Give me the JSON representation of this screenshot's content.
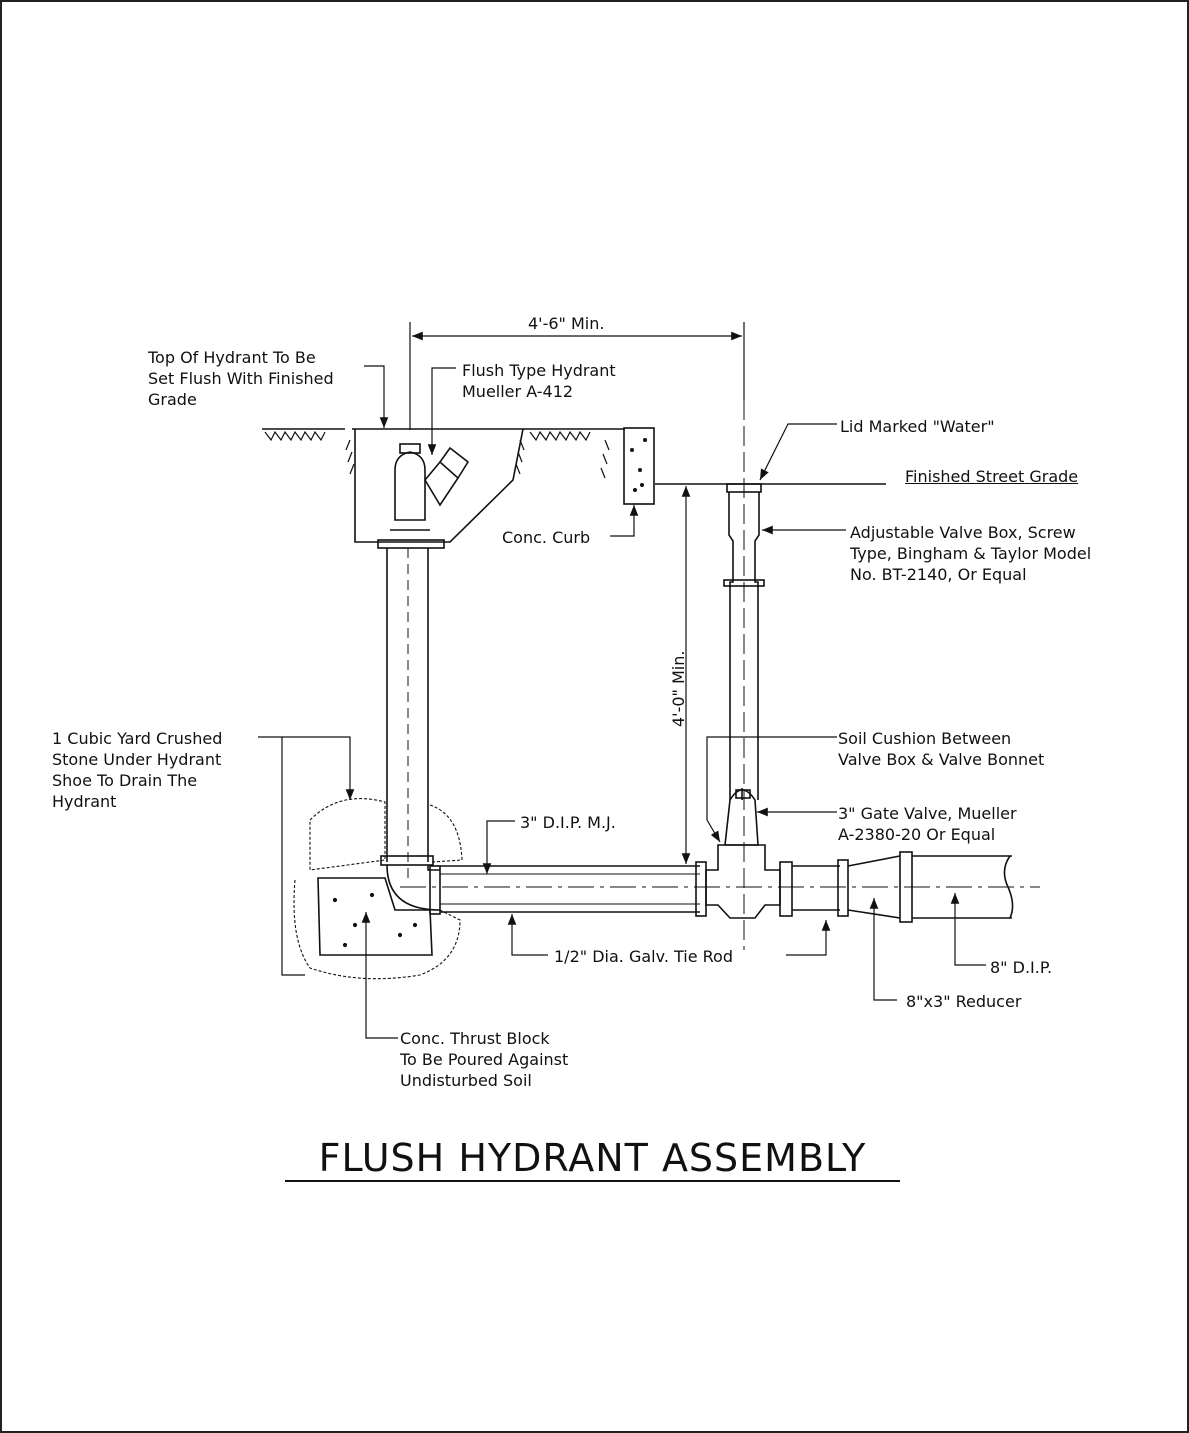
{
  "drawing": {
    "title": "FLUSH HYDRANT ASSEMBLY",
    "dimensions": {
      "horizontal": "4'-6\" Min.",
      "vertical": "4'-0\" Min."
    },
    "callouts": {
      "top_of_hydrant": "Top Of Hydrant To Be\nSet Flush With Finished\nGrade",
      "flush_type_hydrant": "Flush Type Hydrant\nMueller A-412",
      "lid_marked": "Lid Marked \"Water\"",
      "finished_street_grade": "Finished Street Grade",
      "conc_curb": "Conc. Curb",
      "adjustable_valve_box": "Adjustable Valve Box, Screw\nType, Bingham & Taylor Model\nNo. BT-2140, Or Equal",
      "crushed_stone": "1 Cubic Yard Crushed\nStone Under Hydrant\nShoe To Drain The\nHydrant",
      "soil_cushion": "Soil Cushion Between\nValve Box & Valve Bonnet",
      "gate_valve": "3\" Gate Valve, Mueller\nA-2380-20 Or Equal",
      "dip_mj": "3\" D.I.P. M.J.",
      "tie_rod": "1/2\" Dia. Galv. Tie Rod",
      "dip_8": "8\" D.I.P.",
      "reducer": "8\"x3\" Reducer",
      "thrust_block": "Conc. Thrust Block\nTo Be Poured Against\nUndisturbed Soil"
    }
  }
}
